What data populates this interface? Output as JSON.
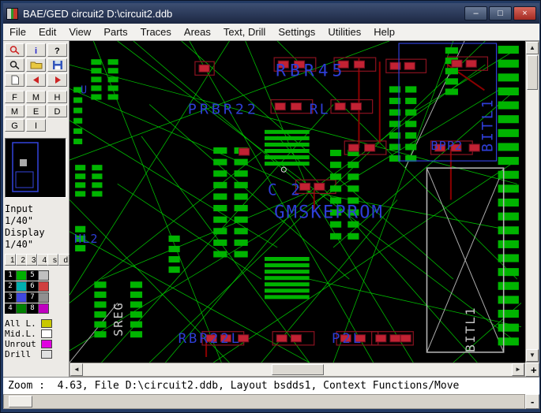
{
  "window": {
    "title": "BAE/GED circuit2 D:\\circuit2.ddb"
  },
  "titlebar_buttons": {
    "minimize": "–",
    "maximize": "□",
    "close": "×"
  },
  "menu": {
    "items": [
      "File",
      "Edit",
      "View",
      "Parts",
      "Traces",
      "Areas",
      "Text, Drill",
      "Settings",
      "Utilities",
      "Help"
    ]
  },
  "toolbar": {
    "icons": [
      "zoom-icon",
      "info-icon",
      "help-icon",
      "magnifier-icon",
      "open-folder-icon",
      "save-icon",
      "new-sheet-icon",
      "undo-icon",
      "redo-icon"
    ]
  },
  "side_panel": {
    "letter_buttons": [
      "F",
      "M",
      "H",
      "M",
      "E",
      "D",
      "G",
      "I"
    ],
    "input_label": "Input",
    "input_value": "1/40\"",
    "display_label": "Display",
    "display_value": "1/40\"",
    "quick_buttons": [
      "1",
      "2",
      "3",
      "4",
      "s",
      "d"
    ],
    "palette": [
      {
        "n1": "1",
        "c1": "#00b000",
        "n2": "5",
        "c2": "#c0c0c0"
      },
      {
        "n1": "2",
        "c1": "#00b0b0",
        "n2": "6",
        "c2": "#d04040"
      },
      {
        "n1": "3",
        "c1": "#4048e0",
        "n2": "7",
        "c2": "#909090"
      },
      {
        "n1": "4",
        "c1": "#008000",
        "n2": "8",
        "c2": "#c000c0"
      }
    ],
    "layers": [
      {
        "label": "All L.",
        "color": "#c8c800"
      },
      {
        "label": "Mid.L.",
        "color": "#ffffff"
      },
      {
        "label": "Unrout",
        "color": "#e000e0"
      },
      {
        "label": "Drill",
        "color": "#e0e0e0"
      }
    ]
  },
  "canvas": {
    "labels": [
      {
        "text": "RBR45"
      },
      {
        "text": "PRBR22"
      },
      {
        "text": "RL"
      },
      {
        "text": "BPP2"
      },
      {
        "text": "C 2"
      },
      {
        "text": "GMSKEPROM"
      },
      {
        "text": "RBR22L"
      },
      {
        "text": "P2L"
      },
      {
        "text": "HL2"
      },
      {
        "text": "U"
      },
      {
        "text": "BITL1"
      },
      {
        "text": "BITL1"
      },
      {
        "text": "SREG"
      }
    ]
  },
  "scroll": {
    "up": "▲",
    "down": "▼",
    "left": "◄",
    "right": "►",
    "plus": "+",
    "minus": "-"
  },
  "status": {
    "text": "Zoom :  4.63, File D:\\circuit2.ddb, Layout bsdds1, Context Functions/Move"
  }
}
